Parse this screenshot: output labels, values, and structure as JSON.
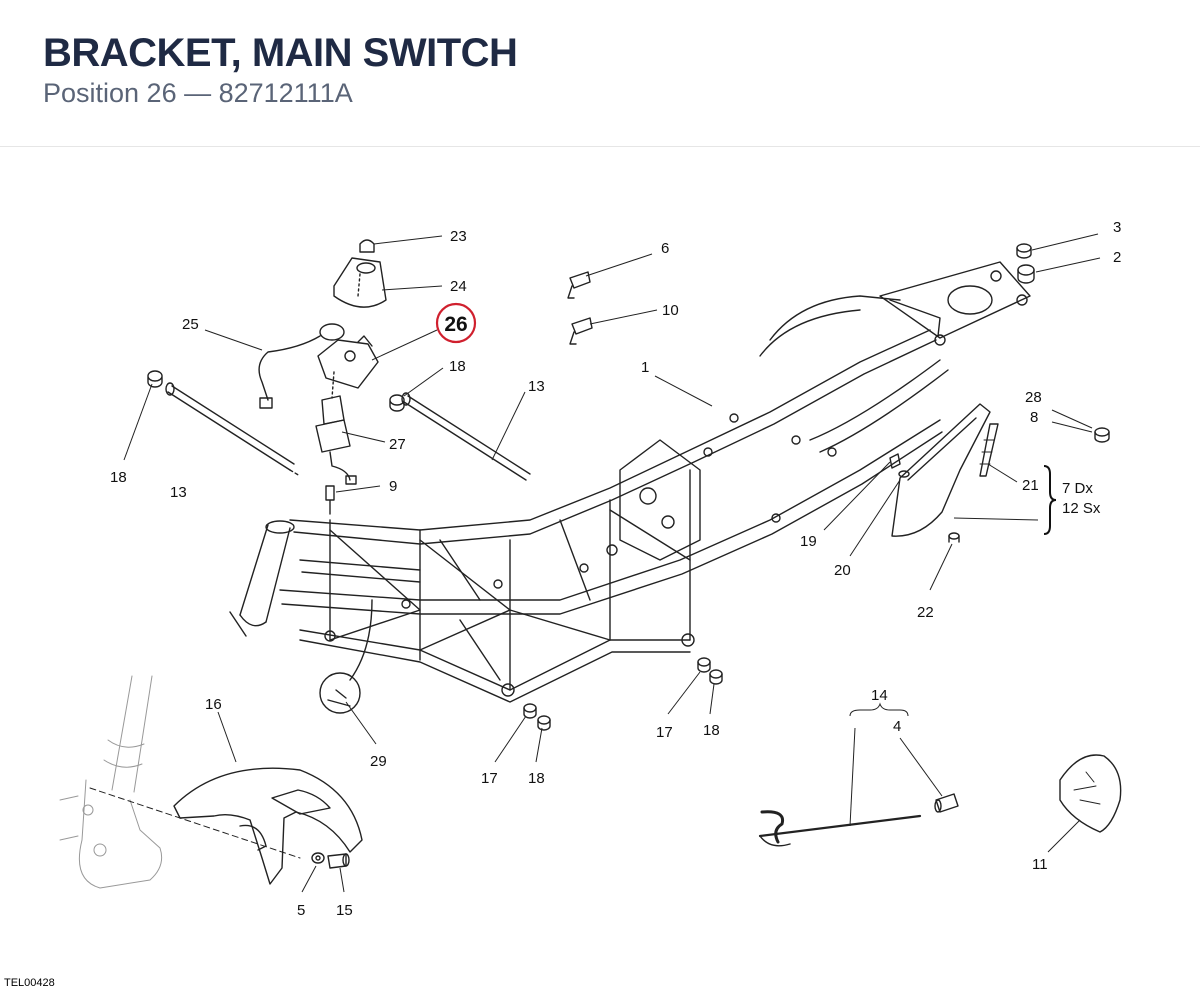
{
  "header": {
    "title": "BRACKET, MAIN SWITCH",
    "subtitle": "Position 26 — 82712111A"
  },
  "highlight": {
    "label": "26",
    "color": "#d0202e"
  },
  "callouts": {
    "c1": "1",
    "c2": "2",
    "c3": "3",
    "c4": "4",
    "c5": "5",
    "c6": "6",
    "c8": "8",
    "c9": "9",
    "c10": "10",
    "c11": "11",
    "c13a": "13",
    "c13b": "13",
    "c14": "14",
    "c15": "15",
    "c16": "16",
    "c17a": "17",
    "c17b": "17",
    "c18a": "18",
    "c18b": "18",
    "c18c": "18",
    "c18d": "18",
    "c19": "19",
    "c20": "20",
    "c21": "21",
    "c22": "22",
    "c23": "23",
    "c24": "24",
    "c25": "25",
    "c27": "27",
    "c28": "28",
    "c29": "29",
    "dx": "7 Dx",
    "sx": "12 Sx"
  },
  "drawing_code": "TEL00428"
}
